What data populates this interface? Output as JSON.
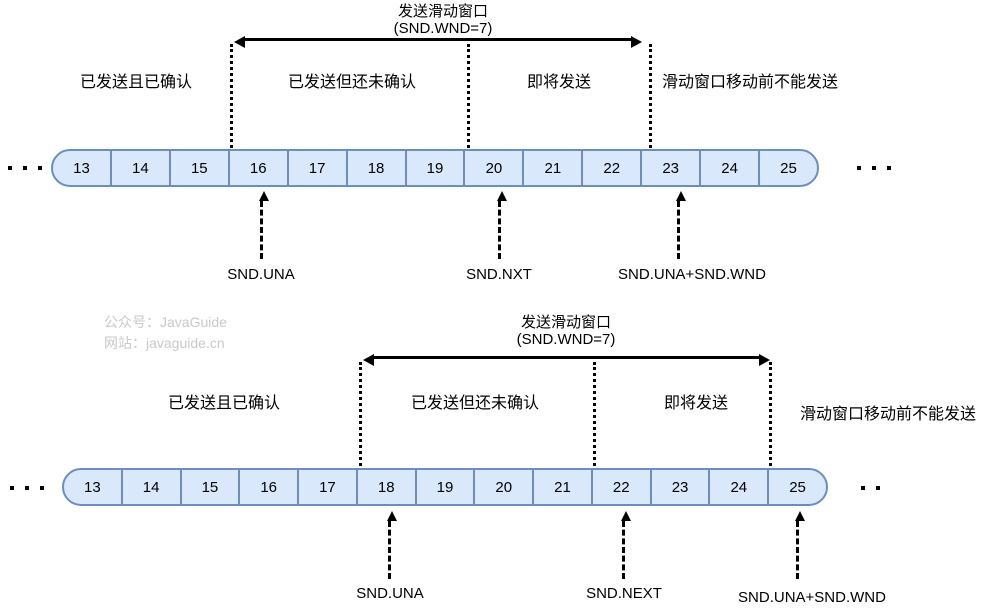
{
  "watermark": {
    "line1": "公众号：JavaGuide",
    "line2": "网站：javaguide.cn"
  },
  "colors": {
    "cell_fill": "#DAE8FC",
    "cell_border": "#6C8EBF",
    "line_color": "#000000",
    "watermark_text": "#C9C9C9"
  },
  "diagrams": [
    {
      "title": {
        "line1": "发送滑动窗口",
        "line2": "(SND.WND=7)"
      },
      "regions": {
        "sent_acked": "已发送且已确认",
        "sent_unacked": "已发送但还未确认",
        "about_to_send": "即将发送",
        "cannot_send_yet": "滑动窗口移动前不能发送"
      },
      "cells": [
        "13",
        "14",
        "15",
        "16",
        "17",
        "18",
        "19",
        "20",
        "21",
        "22",
        "23",
        "24",
        "25"
      ],
      "pointers": [
        {
          "label": "SND.UNA",
          "points_to_cell": "16"
        },
        {
          "label": "SND.NXT",
          "points_to_cell": "20"
        },
        {
          "label": "SND.UNA+SND.WND",
          "points_to_cell": "23"
        }
      ]
    },
    {
      "title": {
        "line1": "发送滑动窗口",
        "line2": "(SND.WND=7)"
      },
      "regions": {
        "sent_acked": "已发送且已确认",
        "sent_unacked": "已发送但还未确认",
        "about_to_send": "即将发送",
        "cannot_send_yet": "滑动窗口移动前不能发送"
      },
      "cells": [
        "13",
        "14",
        "15",
        "16",
        "17",
        "18",
        "19",
        "20",
        "21",
        "22",
        "23",
        "24",
        "25"
      ],
      "pointers": [
        {
          "label": "SND.UNA",
          "points_to_cell": "18"
        },
        {
          "label": "SND.NEXT",
          "points_to_cell": "22"
        },
        {
          "label": "SND.UNA+SND.WND",
          "points_to_cell": "25"
        }
      ]
    }
  ]
}
